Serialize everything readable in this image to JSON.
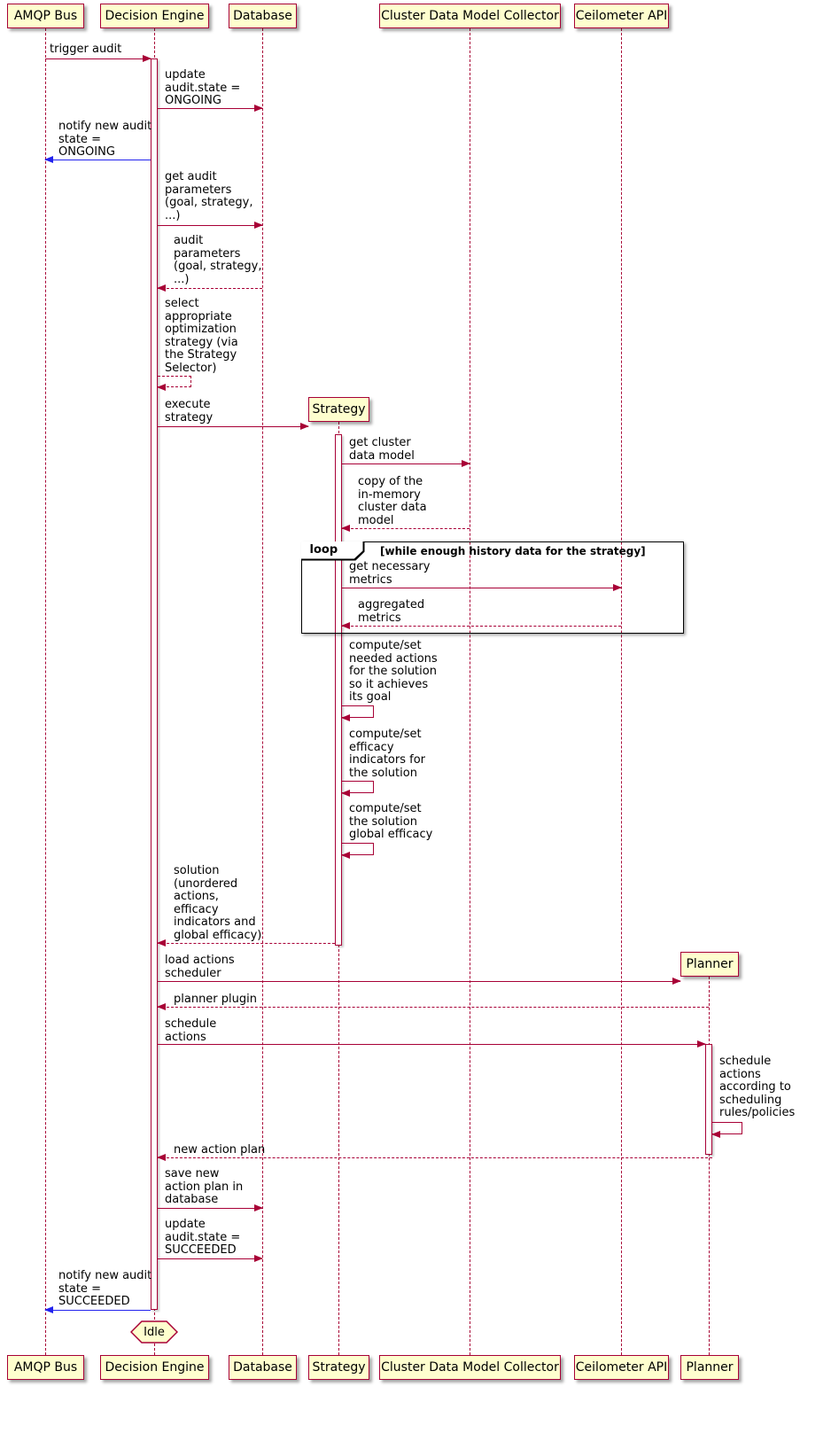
{
  "colors": {
    "arrow": "#A80036",
    "notify_arrow": "#2222EE",
    "participant_fill": "#FEFECE",
    "participant_border": "#A80036",
    "frame_border": "#000000"
  },
  "participants": {
    "top": [
      "AMQP Bus",
      "Decision Engine",
      "Database",
      "Cluster Data Model Collector",
      "Ceilometer API"
    ],
    "created": [
      "Strategy",
      "Planner"
    ],
    "bottom": [
      "AMQP Bus",
      "Decision Engine",
      "Database",
      "Strategy",
      "Cluster Data Model Collector",
      "Ceilometer API",
      "Planner"
    ]
  },
  "loop_frame": {
    "label": "loop",
    "condition": "[while enough history data for the strategy]"
  },
  "end_node": "Idle",
  "messages": {
    "trigger_audit": "trigger audit",
    "update_state_ongoing": "update\naudit.state =\nONGOING",
    "notify_ongoing": "notify new audit\nstate =\nONGOING",
    "get_audit_params": "get audit\nparameters\n(goal, strategy,\n...)",
    "audit_params_return": "audit\nparameters\n(goal, strategy,\n...)",
    "select_strategy": "select\nappropriate\noptimization\nstrategy (via\nthe Strategy\nSelector)",
    "execute_strategy": "execute\nstrategy",
    "get_cluster_model": "get cluster\ndata model",
    "cluster_model_return": "copy of the\nin-memory\ncluster data\nmodel",
    "get_metrics": "get necessary\nmetrics",
    "aggregated_metrics": "aggregated\nmetrics",
    "compute_actions": "compute/set\nneeded actions\nfor the solution\nso it achieves\nits goal",
    "compute_efficacy": "compute/set\nefficacy\nindicators for\nthe solution",
    "compute_global_efficacy": "compute/set\nthe solution\nglobal efficacy",
    "solution_return": "solution\n(unordered\nactions,\nefficacy\nindicators and\nglobal efficacy)",
    "load_scheduler": "load actions\nscheduler",
    "planner_plugin": "planner plugin",
    "schedule_actions": "schedule\nactions",
    "schedule_self": "schedule\nactions\naccording to\nscheduling\nrules/policies",
    "new_action_plan": "new action plan",
    "save_action_plan": "save new\naction plan in\ndatabase",
    "update_state_succeeded": "update\naudit.state =\nSUCCEEDED",
    "notify_succeeded": "notify new audit\nstate =\nSUCCEEDED"
  }
}
